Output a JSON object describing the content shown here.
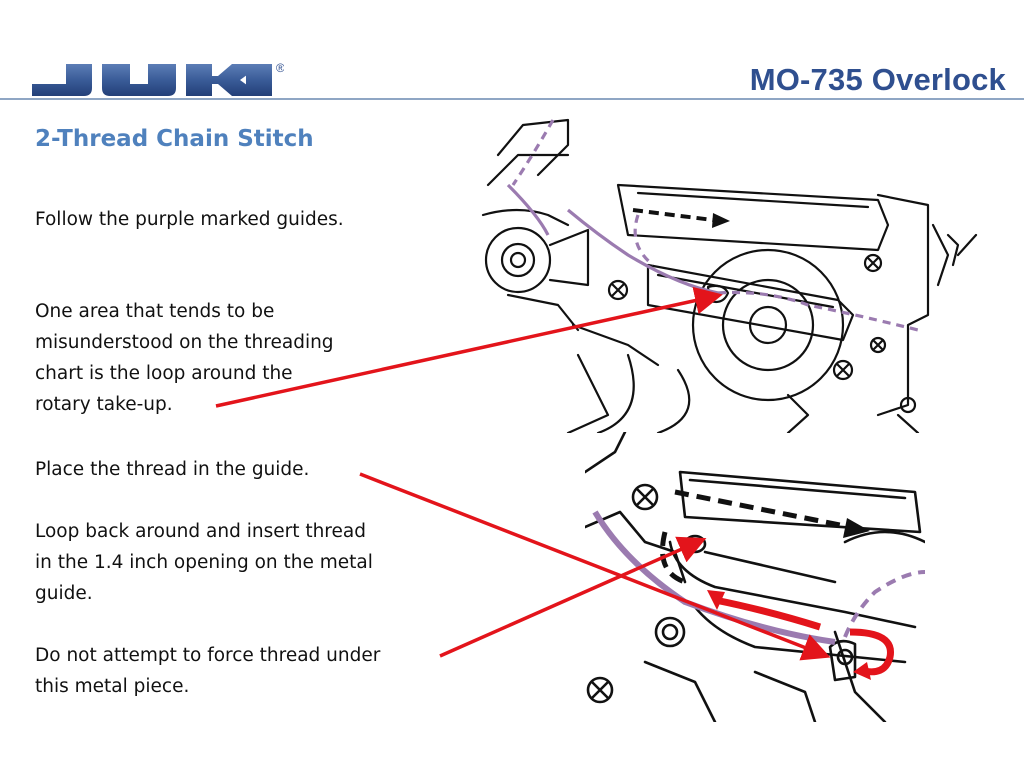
{
  "header": {
    "logo_text": "JUKI",
    "logo_mark": "®",
    "title": "MO-735 Overlock"
  },
  "slide": {
    "title": "2-Thread Chain Stitch",
    "paragraphs": [
      "Follow the purple marked guides.",
      "One area that tends to be\nmisunderstood on the threading\nchart is the loop around the\nrotary take-up.",
      "Place the thread in the guide.",
      "Loop back around and insert thread\nin the 1.4 inch opening on the metal\nguide.",
      "Do not attempt to force thread under\nthis metal piece."
    ]
  },
  "colors": {
    "brand_blue": "#2f4f8f",
    "title_blue": "#4f81bd",
    "thread_purple": "#9b7bb0",
    "arrow_red": "#e3141b"
  }
}
